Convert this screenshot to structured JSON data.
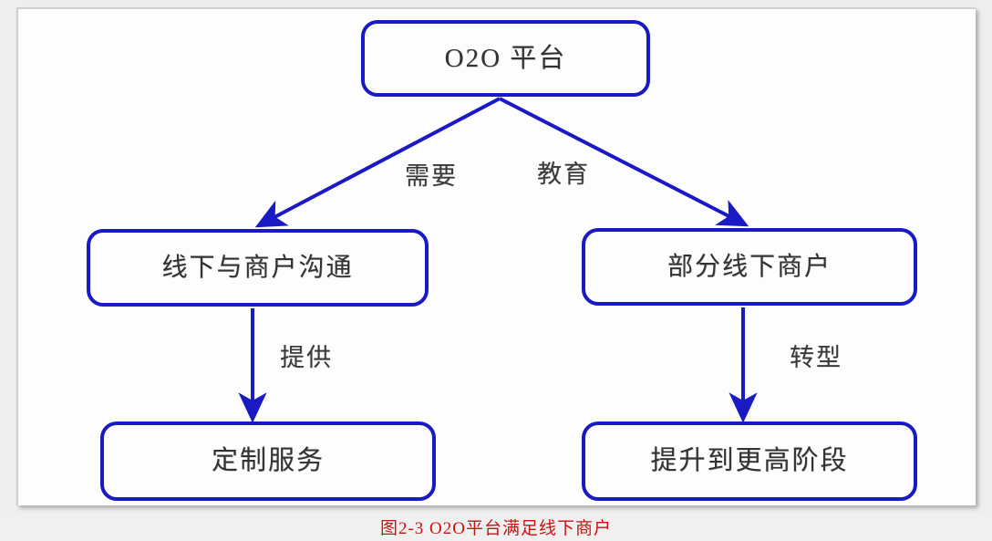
{
  "figure": {
    "caption": "图2-3 O2O平台满足线下商户",
    "caption_color": "#cc1111",
    "node_border_color": "#1a1ac4",
    "node_fill_color": "#fdfdfd",
    "connector_color": "#1a1ac4",
    "canvas_background": "#fdfdfd",
    "page_background": "#f0f0f0"
  },
  "nodes": [
    {
      "id": "platform",
      "label": "O2O 平台"
    },
    {
      "id": "offline_comm",
      "label": "线下与商户沟通"
    },
    {
      "id": "some_merchants",
      "label": "部分线下商户"
    },
    {
      "id": "custom_service",
      "label": "定制服务"
    },
    {
      "id": "upgrade_stage",
      "label": "提升到更高阶段"
    }
  ],
  "edges": [
    {
      "id": "platform_to_offline_comm",
      "from": "platform",
      "to": "offline_comm",
      "label": "需要"
    },
    {
      "id": "platform_to_some_merchants",
      "from": "platform",
      "to": "some_merchants",
      "label": "教育"
    },
    {
      "id": "offline_comm_to_custom",
      "from": "offline_comm",
      "to": "custom_service",
      "label": "提供"
    },
    {
      "id": "merchants_to_upgrade",
      "from": "some_merchants",
      "to": "upgrade_stage",
      "label": "转型"
    }
  ]
}
